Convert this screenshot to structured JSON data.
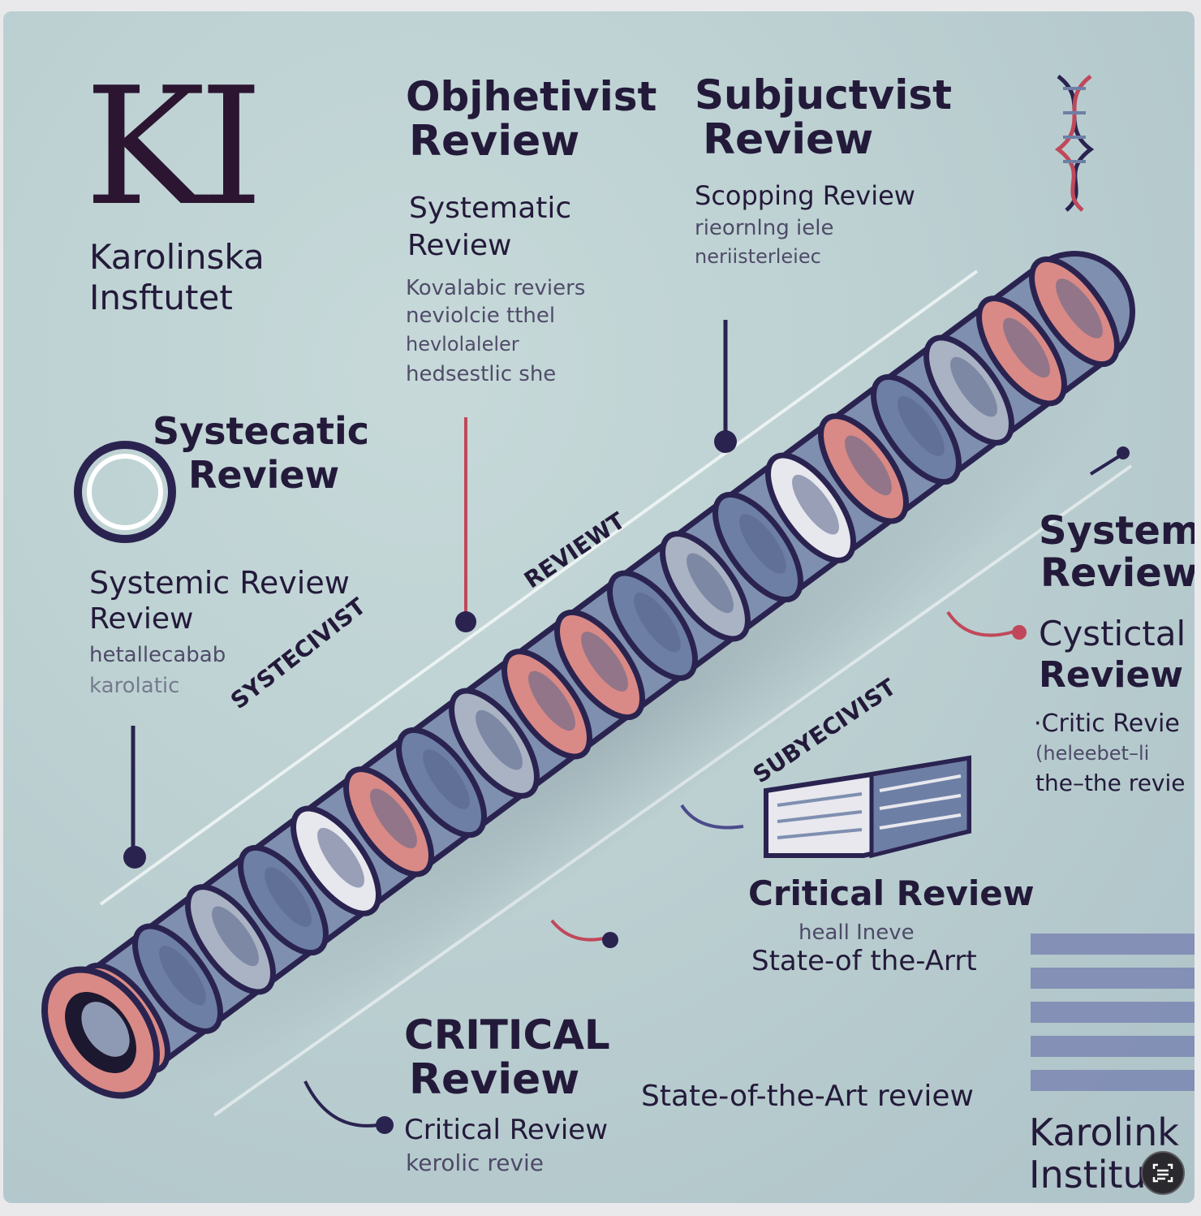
{
  "brand": {
    "logo": "KI",
    "name_line1": "Karolinska",
    "name_line2": "Insftutet"
  },
  "objectivist": {
    "heading_line1": "Objhetivist",
    "heading_line2": "Review",
    "sub_line1": "Systematic",
    "sub_line2": "Review",
    "desc": [
      "Kovalabic reviers",
      "neviolcie tthel",
      "hevlolaleler",
      "hedsestlic she"
    ]
  },
  "subjectivist": {
    "heading_line1": "Subjuctvist",
    "heading_line2": "Review",
    "sub": "Scopping Review",
    "desc": [
      "rieornlng iele",
      "neriisterleiec"
    ]
  },
  "left_panel": {
    "heading_line1": "Systecatic",
    "heading_line2": "Review",
    "sub_line1": "Systemic Review",
    "sub_line2": "Review",
    "desc": [
      "hetallecabab",
      "karolatic"
    ]
  },
  "tube_labels": {
    "left": "SYSTECIVIST",
    "middle": "REVIEWT",
    "right": "SUBYECIVIST"
  },
  "right_panel": {
    "heading_line1": "System",
    "heading_line2": "Review",
    "sub_line1": "Cystictal",
    "sub_line2": "Review",
    "desc": [
      "·Critic Revie",
      "(heleebet–li",
      "the–the revie"
    ]
  },
  "critical_right": {
    "heading": "Critical Review",
    "sub": "heall Ineve",
    "state": "State-of the-Arrt"
  },
  "critical_bottom": {
    "heading_line1": "CRITICAL",
    "heading_line2": "Review",
    "sub": "Critical Review",
    "desc": "kerolic revie"
  },
  "state_bottom": "State-of-the-Art review",
  "corner": {
    "line1": "Karolink",
    "line2": "Institut"
  },
  "colors": {
    "ink": "#231a3a",
    "ring_pink": "#d98a86",
    "ring_blue": "#6e7fa6",
    "ring_grey": "#aab3c4",
    "ring_white": "#e7e7ee",
    "leader_red": "#c0485a",
    "leader_navy": "#2a2350"
  },
  "icons": [
    "ring-logo-icon",
    "dna-icon",
    "book-stack-icon",
    "bar-stack-icon",
    "scan-text-icon"
  ]
}
